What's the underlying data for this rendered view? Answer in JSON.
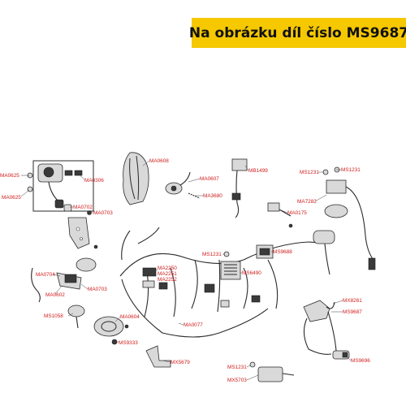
{
  "banner": {
    "text": "Na obrázku díl číslo MS9687"
  },
  "labels": {
    "ma0625_a": "MA0625",
    "ma0625_b": "MA0625",
    "ma0306": "MA0306",
    "ma0608": "MA0608",
    "ma0607": "MA0607",
    "ma3680": "MA3680",
    "mb1499": "MB1499",
    "ms1231_a": "MS1231",
    "ms1231_b": "MS1231",
    "ma7282": "MA7282",
    "ma0175": "MA0175",
    "ma0702": "MA0702",
    "ma0703": "MA0703",
    "ms1231_c": "MS1231",
    "ms9688": "MS9688",
    "ma2250": "MA2250",
    "ma2251": "MA2251",
    "ma2252": "MA2252",
    "ms6490": "MS6490",
    "ma0704": "MA0704",
    "ma0602": "MA0602",
    "ma0703_b": "MA0703",
    "mx8261": "MX8261",
    "ms9687": "MS9687",
    "ms1058": "MS1058",
    "ma0604": "MA0604",
    "ma0077": "MA0077",
    "ms9333": "MS9333",
    "mx5679": "MX5679",
    "ms9696": "MS9696",
    "ms1231_d": "MS1231",
    "mx5703": "MX5703"
  },
  "colors": {
    "banner_bg": "#f5c800",
    "label_red": "#d11c1c",
    "line_dark": "#2a2a2a"
  }
}
